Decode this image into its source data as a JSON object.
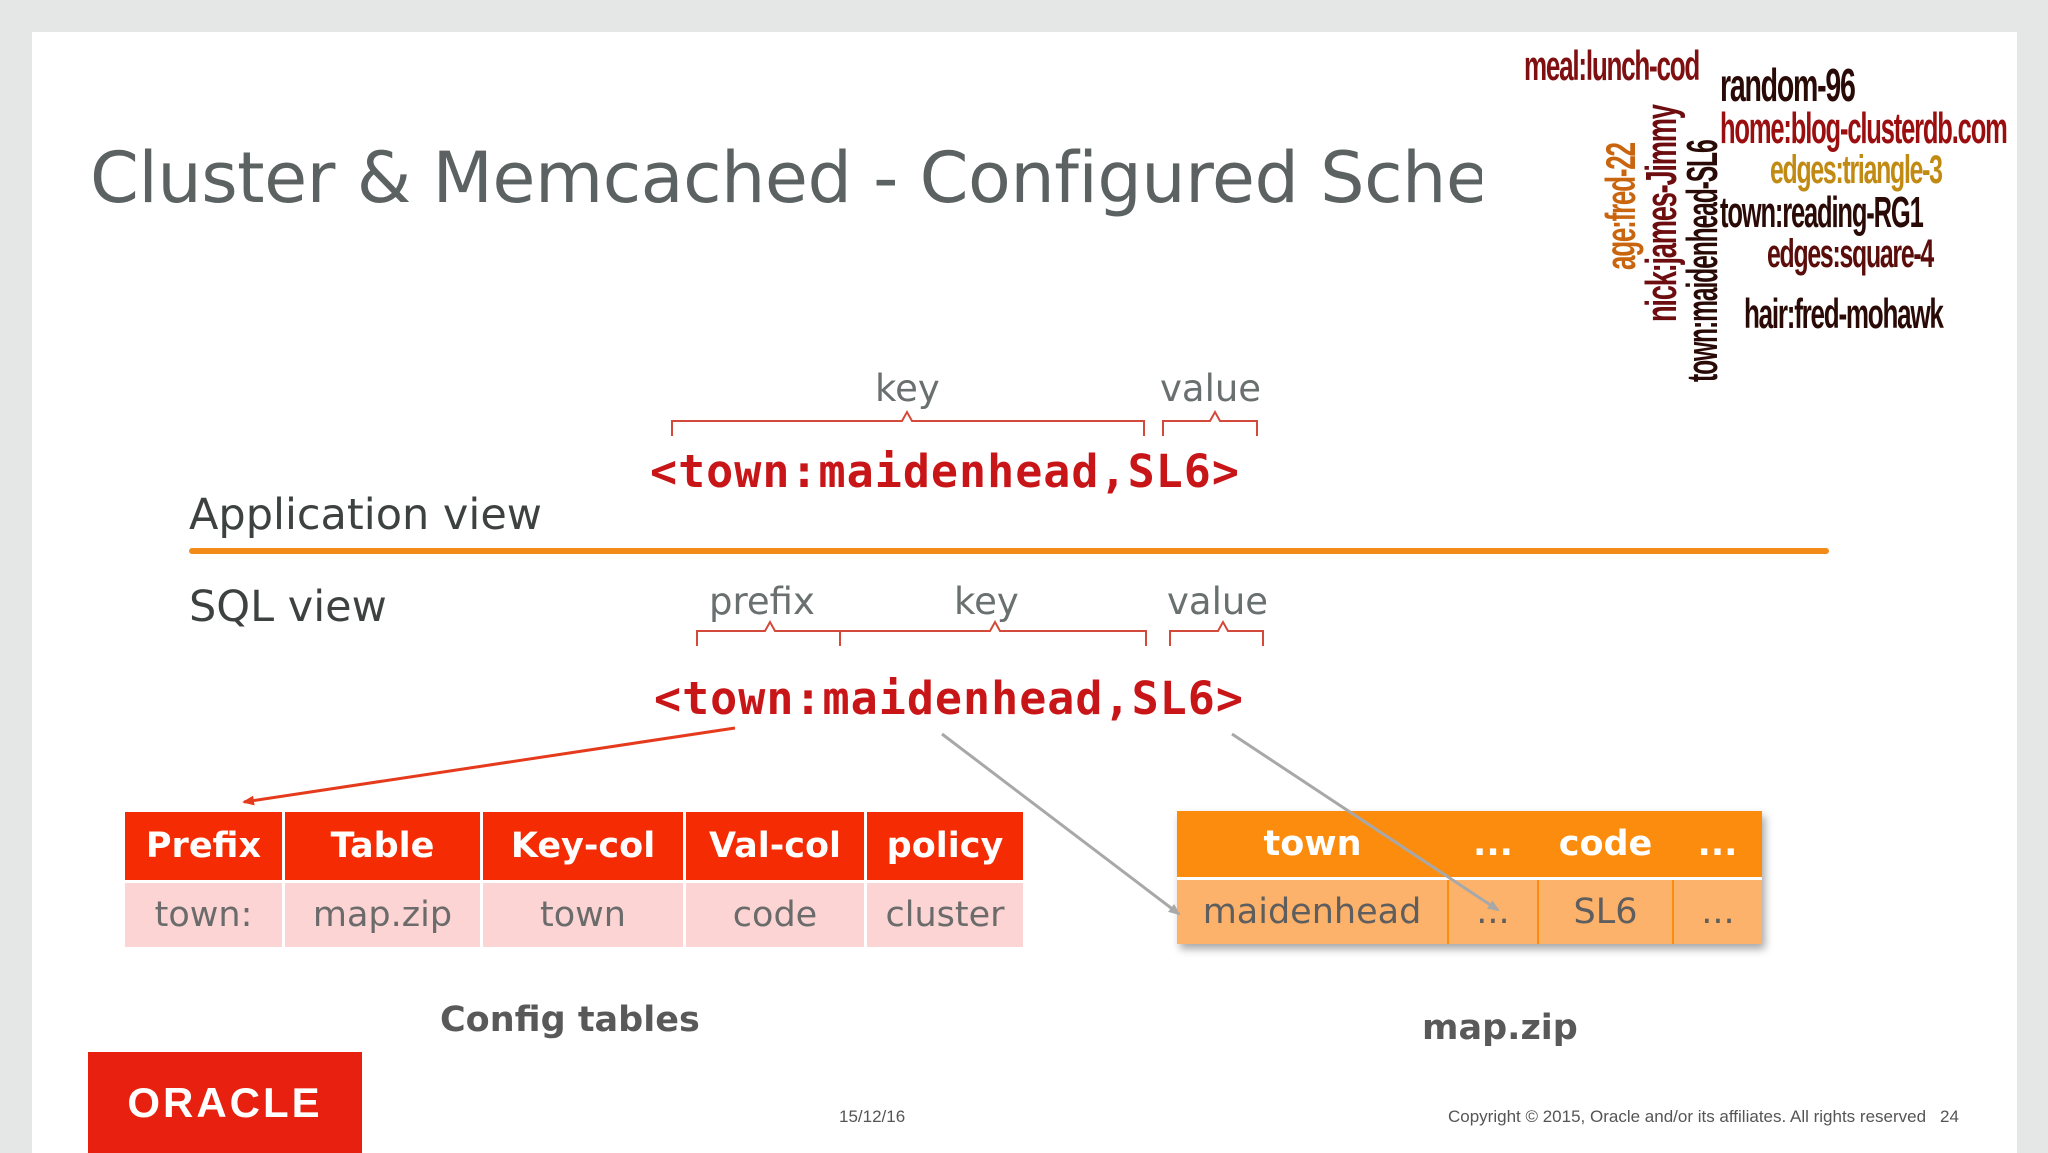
{
  "title": "Cluster & Memcached - Configured Schema",
  "word_cloud": {
    "words": [
      {
        "text": "meal:lunch-cod",
        "color": "#7f0f10"
      },
      {
        "text": "random-96",
        "color": "#2a0a06"
      },
      {
        "text": "home:blog-clusterdb.com",
        "color": "#9b0e10"
      },
      {
        "text": "edges:triangle-3",
        "color": "#c18a12"
      },
      {
        "text": "town:reading-RG1",
        "color": "#2a0a06"
      },
      {
        "text": "edges:square-4",
        "color": "#5a0d0a"
      },
      {
        "text": "hair:fred-mohawk",
        "color": "#2a0a06"
      },
      {
        "text": "age:fred-22",
        "color": "#c9650e"
      },
      {
        "text": "nick:james-Jimmy",
        "color": "#6e0d10"
      },
      {
        "text": "town:maidenhead-SL6",
        "color": "#2a0a06"
      }
    ]
  },
  "application_view": {
    "label": "Application view",
    "key_label": "key",
    "value_label": "value",
    "pair": "<town:maidenhead,SL6>"
  },
  "sql_view": {
    "label": "SQL view",
    "prefix_label": "prefix",
    "key_label": "key",
    "value_label": "value",
    "pair": "<town:maidenhead,SL6>"
  },
  "config_table": {
    "headers": [
      "Prefix",
      "Table",
      "Key-col",
      "Val-col",
      "policy"
    ],
    "row": [
      "town:",
      "map.zip",
      "town",
      "code",
      "cluster"
    ],
    "caption": "Config tables"
  },
  "map_table": {
    "headers": [
      "town",
      "...",
      "code",
      "..."
    ],
    "row": [
      "maidenhead",
      "...",
      "SL6",
      "..."
    ],
    "caption": "map.zip"
  },
  "colors": {
    "title": "#5c6262",
    "code_red": "#c81518",
    "divider_orange": "#f38b1a",
    "config_header": "#f42b03",
    "config_cell": "#fbd4d3",
    "map_header": "#fb8c0d",
    "map_cell": "#fcb26a",
    "oracle_red": "#e8200f"
  },
  "footer": {
    "logo_text": "ORACLE",
    "date": "15/12/16",
    "copyright": "Copyright © 2015, Oracle and/or its affiliates. All rights reserved",
    "page_number": "24"
  }
}
